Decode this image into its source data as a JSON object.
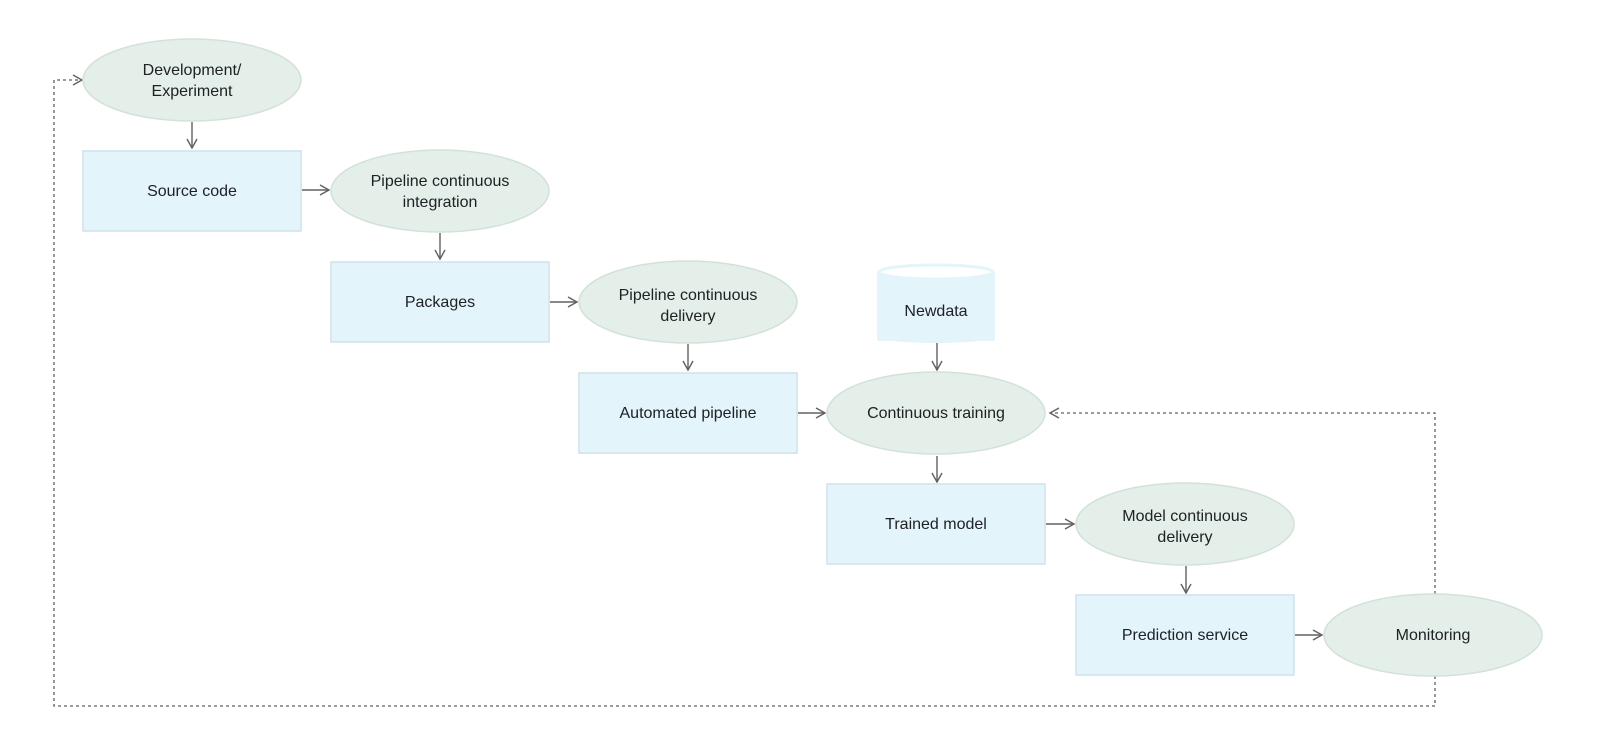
{
  "nodes": {
    "development_experiment": {
      "lines": [
        "Development/",
        "Experiment"
      ],
      "shape": "ellipse"
    },
    "source_code": {
      "lines": [
        "Source code"
      ],
      "shape": "box"
    },
    "pipeline_ci": {
      "lines": [
        "Pipeline continuous",
        "integration"
      ],
      "shape": "ellipse"
    },
    "packages": {
      "lines": [
        "Packages"
      ],
      "shape": "box"
    },
    "pipeline_cd": {
      "lines": [
        "Pipeline continuous",
        "delivery"
      ],
      "shape": "ellipse"
    },
    "new_data": {
      "lines": [
        "Newdata"
      ],
      "shape": "cylinder"
    },
    "automated_pipeline": {
      "lines": [
        "Automated pipeline"
      ],
      "shape": "box"
    },
    "continuous_training": {
      "lines": [
        "Continuous training"
      ],
      "shape": "ellipse"
    },
    "trained_model": {
      "lines": [
        "Trained model"
      ],
      "shape": "box"
    },
    "model_cd": {
      "lines": [
        "Model continuous",
        "delivery"
      ],
      "shape": "ellipse"
    },
    "prediction_service": {
      "lines": [
        "Prediction service"
      ],
      "shape": "box"
    },
    "monitoring": {
      "lines": [
        "Monitoring"
      ],
      "shape": "ellipse"
    }
  },
  "edges": [
    {
      "from": "development_experiment",
      "to": "source_code",
      "style": "solid"
    },
    {
      "from": "source_code",
      "to": "pipeline_ci",
      "style": "solid"
    },
    {
      "from": "pipeline_ci",
      "to": "packages",
      "style": "solid"
    },
    {
      "from": "packages",
      "to": "pipeline_cd",
      "style": "solid"
    },
    {
      "from": "pipeline_cd",
      "to": "automated_pipeline",
      "style": "solid"
    },
    {
      "from": "automated_pipeline",
      "to": "continuous_training",
      "style": "solid"
    },
    {
      "from": "new_data",
      "to": "continuous_training",
      "style": "solid"
    },
    {
      "from": "continuous_training",
      "to": "trained_model",
      "style": "solid"
    },
    {
      "from": "trained_model",
      "to": "model_cd",
      "style": "solid"
    },
    {
      "from": "model_cd",
      "to": "prediction_service",
      "style": "solid"
    },
    {
      "from": "prediction_service",
      "to": "monitoring",
      "style": "solid"
    },
    {
      "from": "monitoring",
      "to": "continuous_training",
      "style": "dotted"
    },
    {
      "from": "monitoring",
      "to": "development_experiment",
      "style": "dotted"
    }
  ],
  "colors": {
    "box_fill": "#e3f4fb",
    "ellipse_fill": "#e4efe9",
    "arrow": "#616161",
    "text": "#202124"
  }
}
